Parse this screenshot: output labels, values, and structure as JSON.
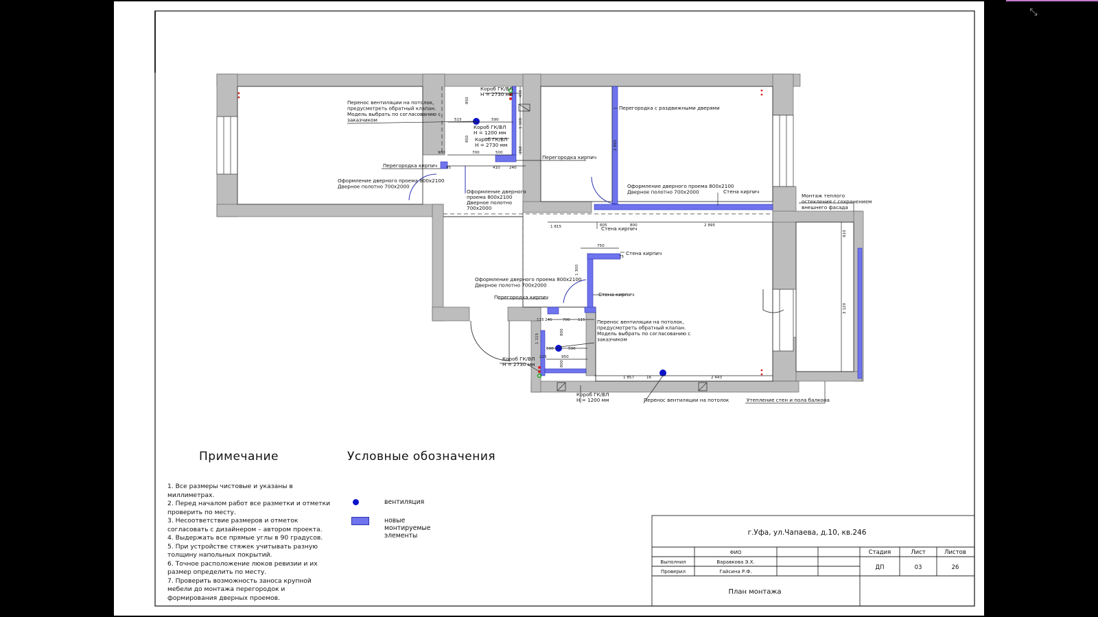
{
  "viewer": {
    "exit_fullscreen_icon": "collapse-icon"
  },
  "notes": {
    "title": "Примечание",
    "items": [
      "1. Все размеры чистовые и указаны в миллиметрах.",
      "2. Перед началом работ все разметки и отметки проверить по месту.",
      "3. Несоответствие размеров и отметок согласовать с дизайнером – автором проекта.",
      "4. Выдержать все прямые углы в 90 градусов.",
      "5. При устройстве стяжек учитывать разную толщину напольных покрытий.",
      "6. Точное расположение люков ревизии и их размер определить по месту.",
      "7. Проверить возможность заноса крупной мебели до монтажа перегородок и формирования дверных проемов."
    ]
  },
  "legend": {
    "title": "Условные обозначения",
    "items": [
      {
        "symbol": "ventilation-dot",
        "label": "вентиляция"
      },
      {
        "symbol": "new-element-swatch",
        "label": "новые монтируемые элементы"
      }
    ]
  },
  "colors": {
    "new_elements": "#6f74ee",
    "wall": "#bdbdbd",
    "ventilation": "#0b12c9"
  },
  "title_block": {
    "address": "г.Уфа, ул.Чапаева, д.10, кв.246",
    "fio_header": "ФИО",
    "row1_role": "Выполнил",
    "row1_name": "Варавкова Э.Х.",
    "row2_role": "Проверил",
    "row2_name": "Гайсина Р.Ф.",
    "stage_header": "Стадия",
    "sheet_header": "Лист",
    "sheets_header": "Листов",
    "stage_value": "ДП",
    "sheet_value": "03",
    "sheets_value": "26",
    "drawing_title": "План монтажа"
  },
  "annotations": {
    "vent_top": [
      "Перенос вентиляции на потолок,",
      "предусмотреть обратный клапан.",
      "Модель выбрать по согласованию с",
      "заказчиком"
    ],
    "korob1": [
      "Короб ГК/ВЛ",
      "Н = 2730 мм"
    ],
    "korob2": [
      "Короб ГК/ВЛ",
      "Н = 1200 мм"
    ],
    "korob3": [
      "Короб ГК/ВЛ",
      "Н = 2730 мм"
    ],
    "partition_sliding": "Перегородка с раздвижными дверями",
    "partition_brick_a": "Перегородка кирпич",
    "partition_brick_b": "Перегородка кирпич",
    "door_left": [
      "Оформление дверного проема 800х2100",
      "Дверное полотно 700х2000"
    ],
    "door_mid": [
      "Оформление дверного",
      "проема 800х2100",
      "Дверное полотно",
      "700х2000"
    ],
    "door_right": [
      "Оформление дверного проема 800х2100",
      "Дверное полотно 700х2000"
    ],
    "wall_brick_a": "Стена кирпич",
    "wall_brick_b": "Стена кирпич",
    "wall_brick_c": "Стена кирпич",
    "wall_brick_d": "Стена кирпич",
    "glazing": [
      "Монтаж теплого",
      "остекления с сохранением",
      "внешнего фасада"
    ],
    "door_lower": [
      "Оформление дверного проема 800х2100",
      "Дверное полотно 700х2000"
    ],
    "partition_brick_c": "Перегородка кирпич",
    "vent_mid": [
      "Перенос вентиляции на потолок,",
      "предусмотреть обратный клапан.",
      "Модель выбрать по согласованию с",
      "заказчиком"
    ],
    "korob4": [
      "Короб ГК/ВЛ",
      "Н = 2730 мм"
    ],
    "korob5": [
      "Короб ГК/ВЛ",
      "Н = 1200 мм"
    ],
    "vent_ceiling": "Перенос вентиляции на потолок",
    "balcony_insulation": "Утепление стен и пола балкона"
  },
  "dimensions": {
    "d850": "850",
    "d515": "515",
    "d590a": "590",
    "d850b": "850",
    "d900": "900",
    "d700a": "700",
    "d500": "500",
    "d410": "410",
    "d240": "240",
    "d260": "260",
    "d1100": "1 100",
    "d490": "490",
    "d95": "95",
    "d2895v": "2 895",
    "d1815": "1 815",
    "d605": "605",
    "d800": "800",
    "d2895": "2 895",
    "d750": "750",
    "d75": "75",
    "d1300": "1 300",
    "d610": "610",
    "d3120": "3 120",
    "d115": "115",
    "d245": "245",
    "d700b": "700",
    "d115b": "115",
    "d800v": "800",
    "d1115": "1 115",
    "d590b": "590",
    "d590c": "590",
    "d225": "225",
    "d950": "950",
    "d800v2": "800",
    "d1857": "1 857",
    "d16": "16",
    "d2443": "2 443"
  }
}
